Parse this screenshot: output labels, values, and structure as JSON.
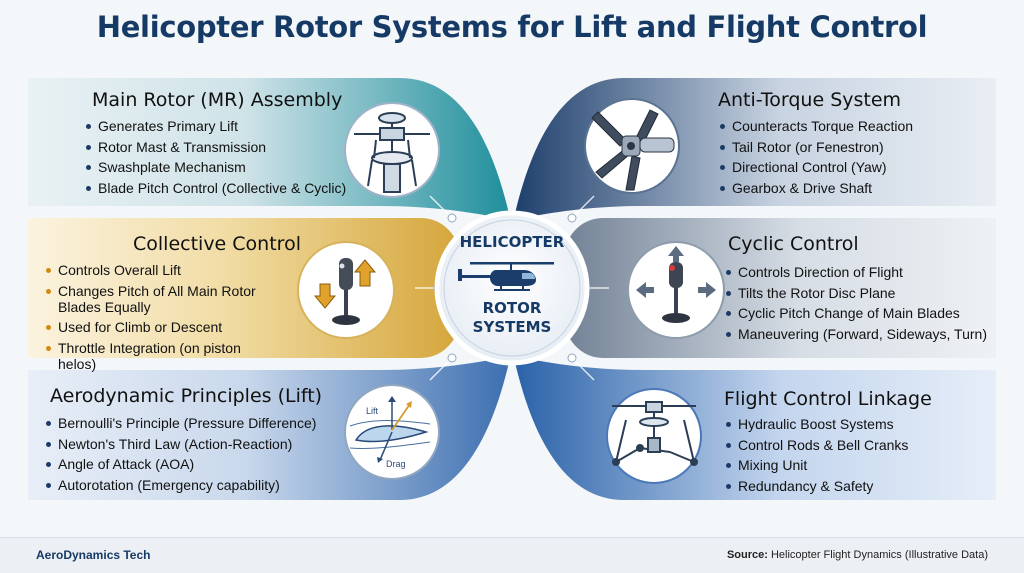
{
  "title": "Helicopter Rotor Systems for Lift and Flight Control",
  "center": {
    "line1": "HELICOPTER",
    "line2": "ROTOR",
    "line3": "SYSTEMS"
  },
  "panels": [
    {
      "title": "Main Rotor (MR) Assembly",
      "icon": "rotor-hub-icon",
      "items": [
        "Generates Primary Lift",
        "Rotor Mast & Transmission",
        "Swashplate Mechanism",
        "Blade Pitch Control (Collective & Cyclic)"
      ]
    },
    {
      "title": "Collective Control",
      "icon": "collective-lever-icon",
      "items": [
        "Controls Overall Lift",
        "Changes Pitch of All Main Rotor Blades Equally",
        "Used for Climb or Descent",
        "Throttle Integration (on piston helos)"
      ]
    },
    {
      "title": "Aerodynamic Principles (Lift)",
      "icon": "airfoil-icon",
      "items": [
        "Bernoulli's Principle (Pressure Difference)",
        "Newton's Third Law (Action-Reaction)",
        "Angle of Attack (AOA)",
        "Autorotation (Emergency capability)"
      ]
    },
    {
      "title": "Anti-Torque System",
      "icon": "tail-rotor-icon",
      "items": [
        "Counteracts Torque Reaction",
        "Tail Rotor (or Fenestron)",
        "Directional Control (Yaw)",
        "Gearbox & Drive Shaft"
      ]
    },
    {
      "title": "Cyclic Control",
      "icon": "cyclic-stick-icon",
      "items": [
        "Controls Direction of Flight",
        "Tilts the Rotor Disc Plane",
        "Cyclic Pitch Change of Main Blades",
        "Maneuvering (Forward, Sideways, Turn)"
      ]
    },
    {
      "title": "Flight Control Linkage",
      "icon": "linkage-icon",
      "items": [
        "Hydraulic Boost Systems",
        "Control Rods & Bell Cranks",
        "Mixing Unit",
        "Redundancy & Safety"
      ]
    }
  ],
  "airfoil_labels": {
    "lift": "Lift",
    "drag": "Drag"
  },
  "footer": {
    "brand": "AeroDynamics Tech",
    "source_label": "Source:",
    "source_text": "Helicopter Flight Dynamics (Illustrative Data)"
  },
  "colors": {
    "title": "#163a66",
    "teal": "#1f8f9c",
    "gold": "#d4a437",
    "navy": "#1e3f6c",
    "slate": "#6e7e92",
    "blue": "#2a62a8"
  }
}
